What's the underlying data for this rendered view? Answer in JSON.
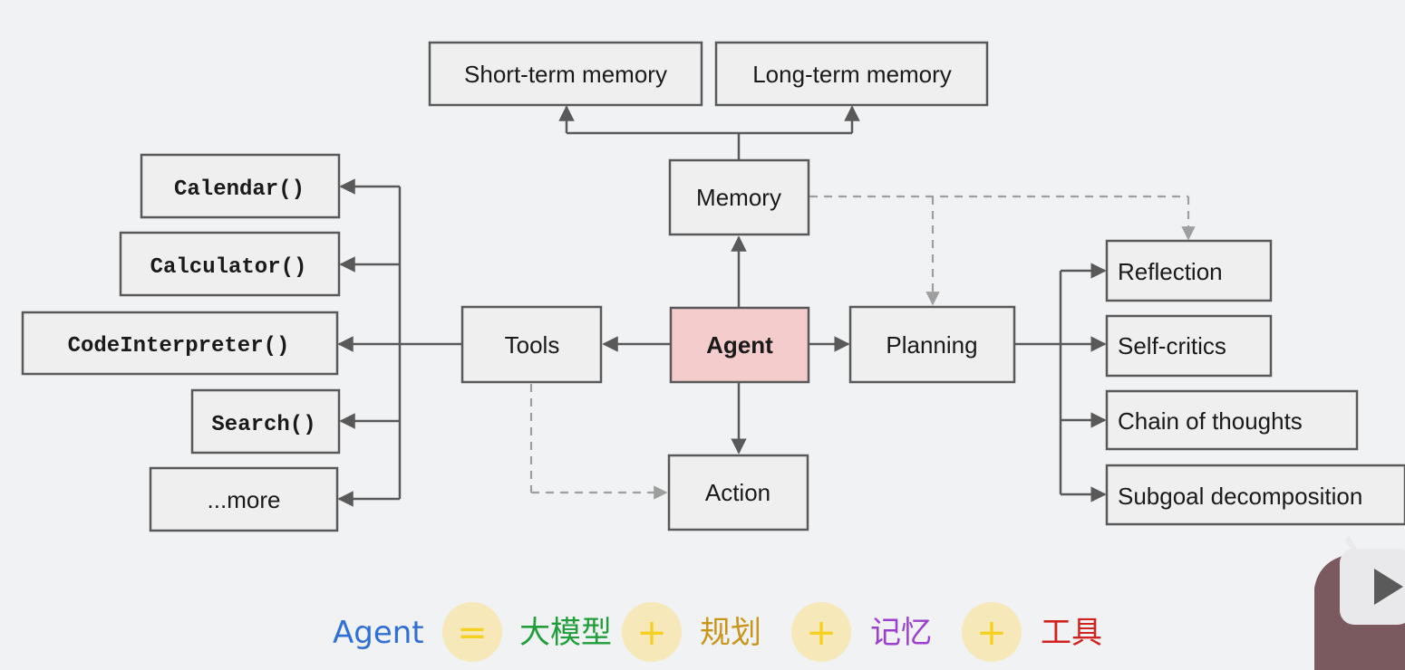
{
  "nodes": {
    "short_term_memory": "Short-term memory",
    "long_term_memory": "Long-term memory",
    "memory": "Memory",
    "agent": "Agent",
    "tools": "Tools",
    "planning": "Planning",
    "action": "Action",
    "calendar": "Calendar()",
    "calculator": "Calculator()",
    "code_interpreter": "CodeInterpreter()",
    "search": "Search()",
    "more": "...more",
    "reflection": "Reflection",
    "self_critics": "Self-critics",
    "chain_of_thoughts": "Chain of thoughts",
    "subgoal_decomposition": "Subgoal decomposition"
  },
  "formula": {
    "agent": "Agent",
    "equals": "=",
    "llm": "大模型",
    "plus": "+",
    "planning": "规划",
    "memory": "记忆",
    "tools": "工具"
  },
  "colors": {
    "agent_fill": "#f4cccc",
    "formula_agent": "#2f6fd6",
    "formula_llm": "#1f9e3a",
    "formula_planning": "#c9951a",
    "formula_memory": "#9a3fd0",
    "formula_tools": "#d0231f",
    "operator": "#f5d021"
  },
  "icons": [
    "video-player-icon"
  ]
}
